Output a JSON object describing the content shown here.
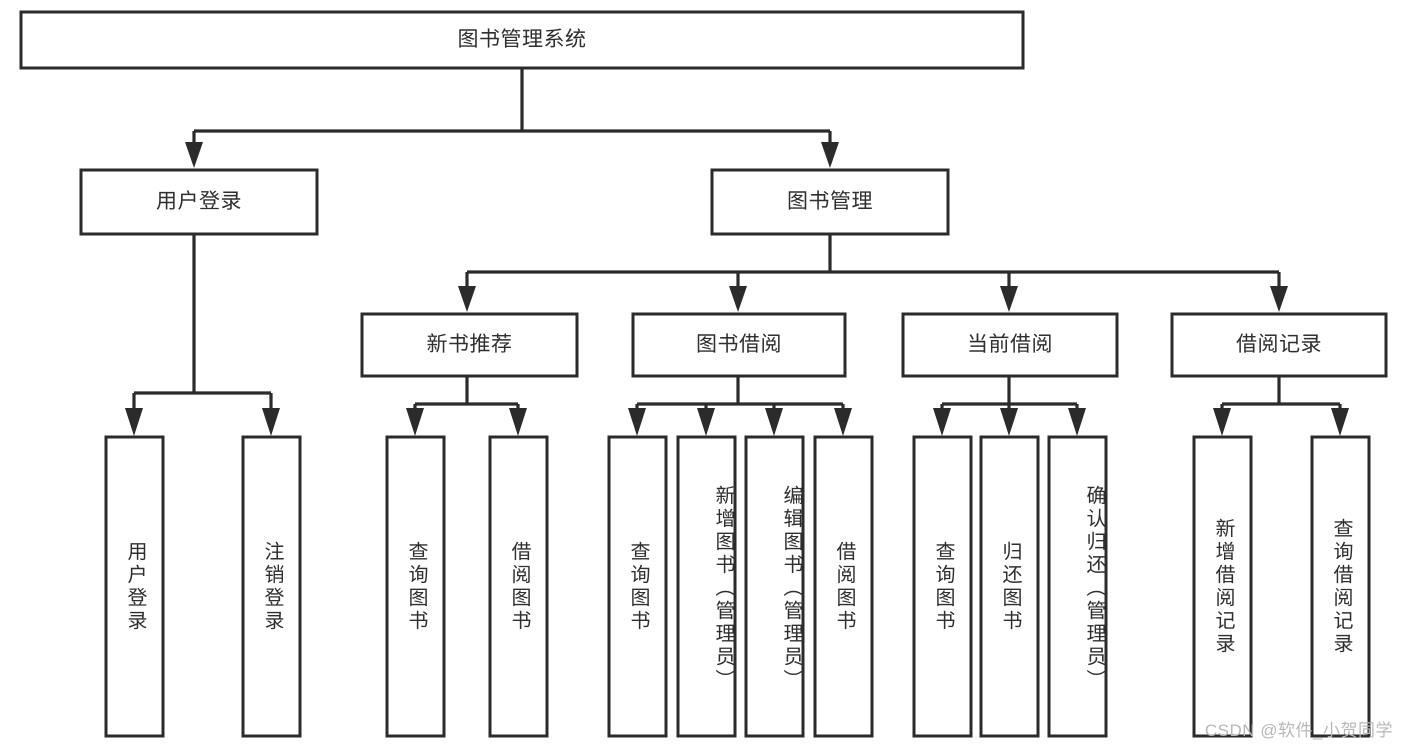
{
  "diagram": {
    "title": "图书管理系统",
    "type": "tree-hierarchy",
    "watermark": "CSDN @软件_小贺同学",
    "root": {
      "id": "root",
      "label": "图书管理系统"
    },
    "level2": [
      {
        "id": "user-login",
        "label": "用户登录"
      },
      {
        "id": "book-management",
        "label": "图书管理"
      }
    ],
    "level3": [
      {
        "id": "new-book-recommend",
        "label": "新书推荐",
        "parent": "book-management"
      },
      {
        "id": "book-borrow",
        "label": "图书借阅",
        "parent": "book-management"
      },
      {
        "id": "current-borrow",
        "label": "当前借阅",
        "parent": "book-management"
      },
      {
        "id": "borrow-record",
        "label": "借阅记录",
        "parent": "book-management"
      }
    ],
    "leaves": [
      {
        "id": "leaf-user-login",
        "label": "用户登录",
        "parent": "user-login"
      },
      {
        "id": "leaf-logout-login",
        "label": "注销登录",
        "parent": "user-login"
      },
      {
        "id": "leaf-query-book-1",
        "label": "查询图书",
        "parent": "new-book-recommend"
      },
      {
        "id": "leaf-borrow-book-1",
        "label": "借阅图书",
        "parent": "new-book-recommend"
      },
      {
        "id": "leaf-query-book-2",
        "label": "查询图书",
        "parent": "book-borrow"
      },
      {
        "id": "leaf-add-book",
        "label": "新增图书（管理员）",
        "parent": "book-borrow"
      },
      {
        "id": "leaf-edit-book",
        "label": "编辑图书（管理员）",
        "parent": "book-borrow"
      },
      {
        "id": "leaf-borrow-book-2",
        "label": "借阅图书",
        "parent": "book-borrow"
      },
      {
        "id": "leaf-query-book-3",
        "label": "查询图书",
        "parent": "current-borrow"
      },
      {
        "id": "leaf-return-book",
        "label": "归还图书",
        "parent": "current-borrow"
      },
      {
        "id": "leaf-confirm-return",
        "label": "确认归还（管理员）",
        "parent": "current-borrow"
      },
      {
        "id": "leaf-add-record",
        "label": "新增借阅记录",
        "parent": "borrow-record"
      },
      {
        "id": "leaf-query-record",
        "label": "查询借阅记录",
        "parent": "borrow-record"
      }
    ],
    "colors": {
      "stroke": "#2b2b2b",
      "fill": "#ffffff",
      "text": "#2f2f2f",
      "watermark": "#b8b8b8"
    }
  }
}
